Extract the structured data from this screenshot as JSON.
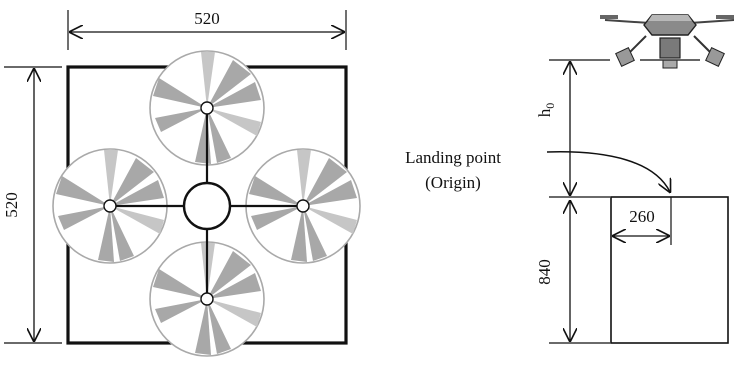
{
  "top_view": {
    "width_label": "520",
    "height_label": "520"
  },
  "side_view": {
    "height_label_base": "h",
    "height_label_sub": "0",
    "landing_label_line1": "Landing point",
    "landing_label_line2": "(Origin)",
    "offset_label": "260",
    "depth_label": "840"
  },
  "colors": {
    "line": "#111111",
    "propeller": "#a8a8a8",
    "drone_body": "#8a8a8a"
  }
}
